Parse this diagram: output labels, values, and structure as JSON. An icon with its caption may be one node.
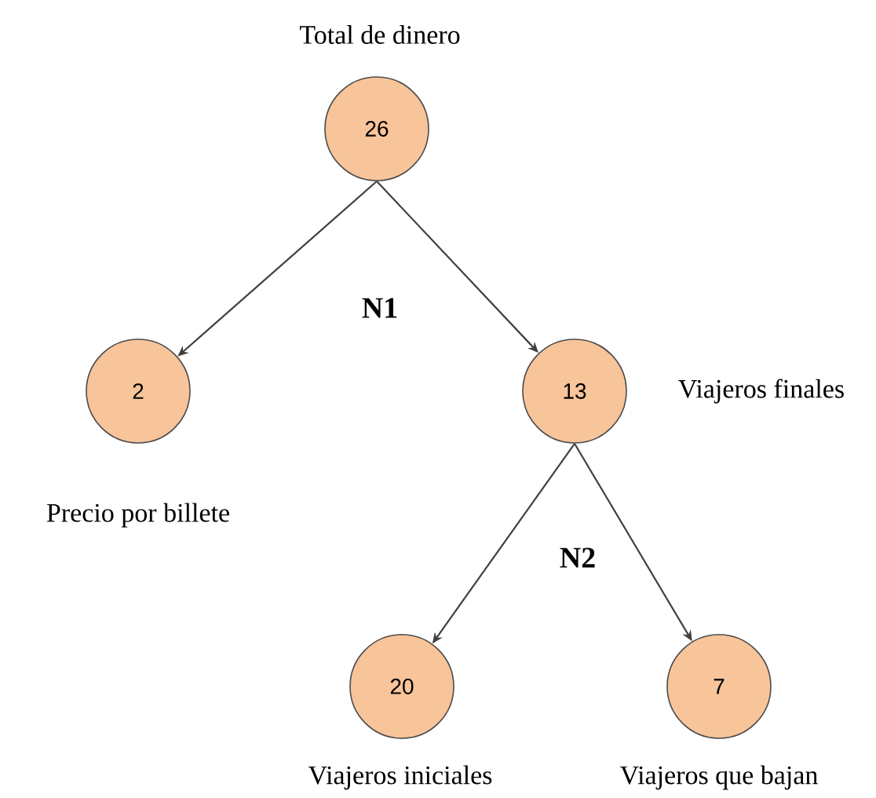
{
  "diagram": {
    "nodes": [
      {
        "text": [
          "26"
        ],
        "beside": [
          "Total de dinero"
        ]
      },
      {
        "text": [
          "2"
        ],
        "beside": [
          "Precio por billete"
        ]
      },
      {
        "text": [
          "13"
        ],
        "beside": [
          "Viajeros finales"
        ]
      },
      {
        "text": [
          "20"
        ],
        "beside": [
          "Viajeros iniciales"
        ]
      },
      {
        "text": [
          "7"
        ],
        "beside": [
          "Viajeros que bajan"
        ]
      }
    ],
    "edges": [
      {
        "from": 0,
        "to": 1,
        "arrow": "to"
      },
      {
        "from": 0,
        "to": 2,
        "arrow": "to"
      },
      {
        "from": 2,
        "to": 3,
        "arrow": "to"
      },
      {
        "from": 2,
        "to": 4,
        "arrow": "to"
      }
    ],
    "labels": [
      "N1",
      "N2"
    ]
  }
}
